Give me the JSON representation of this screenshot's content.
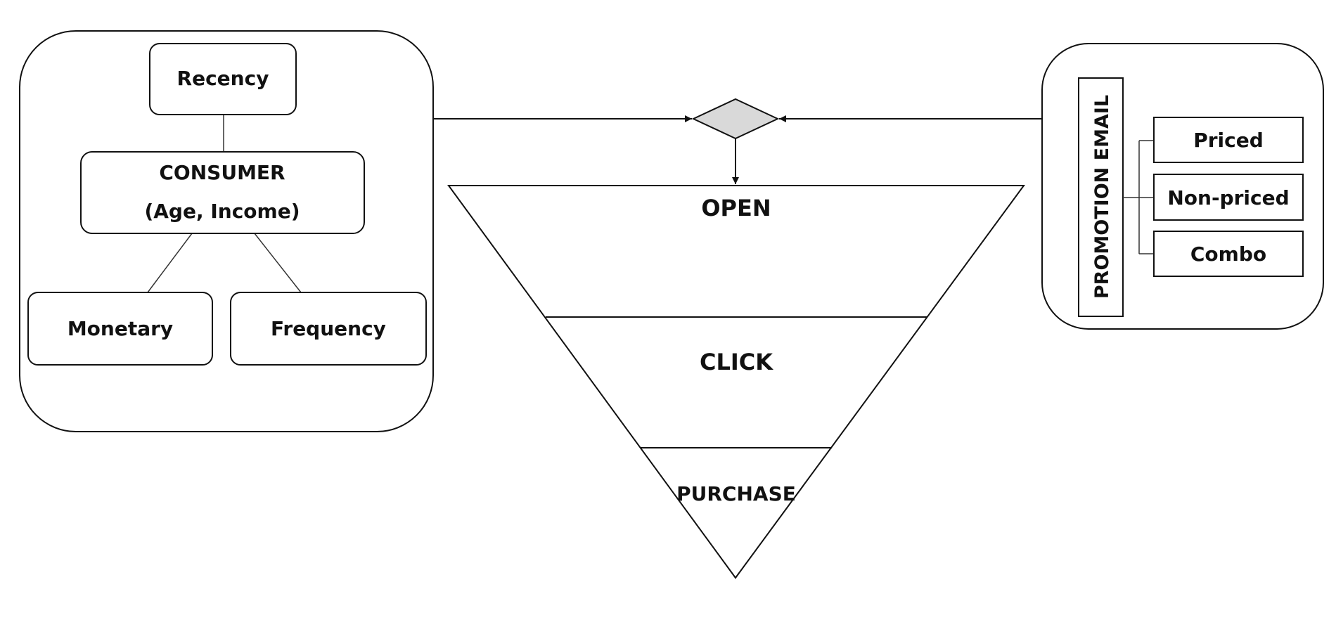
{
  "colors": {
    "stroke": "#111111",
    "diamond_fill": "#d9d9d9",
    "background": "#ffffff"
  },
  "consumer_panel": {
    "recency": "Recency",
    "consumer_title": "CONSUMER",
    "consumer_subtitle": "(Age, Income)",
    "monetary": "Monetary",
    "frequency": "Frequency"
  },
  "funnel": {
    "open": "OPEN",
    "click": "CLICK",
    "purchase": "PURCHASE"
  },
  "promotion_panel": {
    "title": "PROMOTION EMAIL",
    "options": [
      "Priced",
      "Non-priced",
      "Combo"
    ]
  }
}
